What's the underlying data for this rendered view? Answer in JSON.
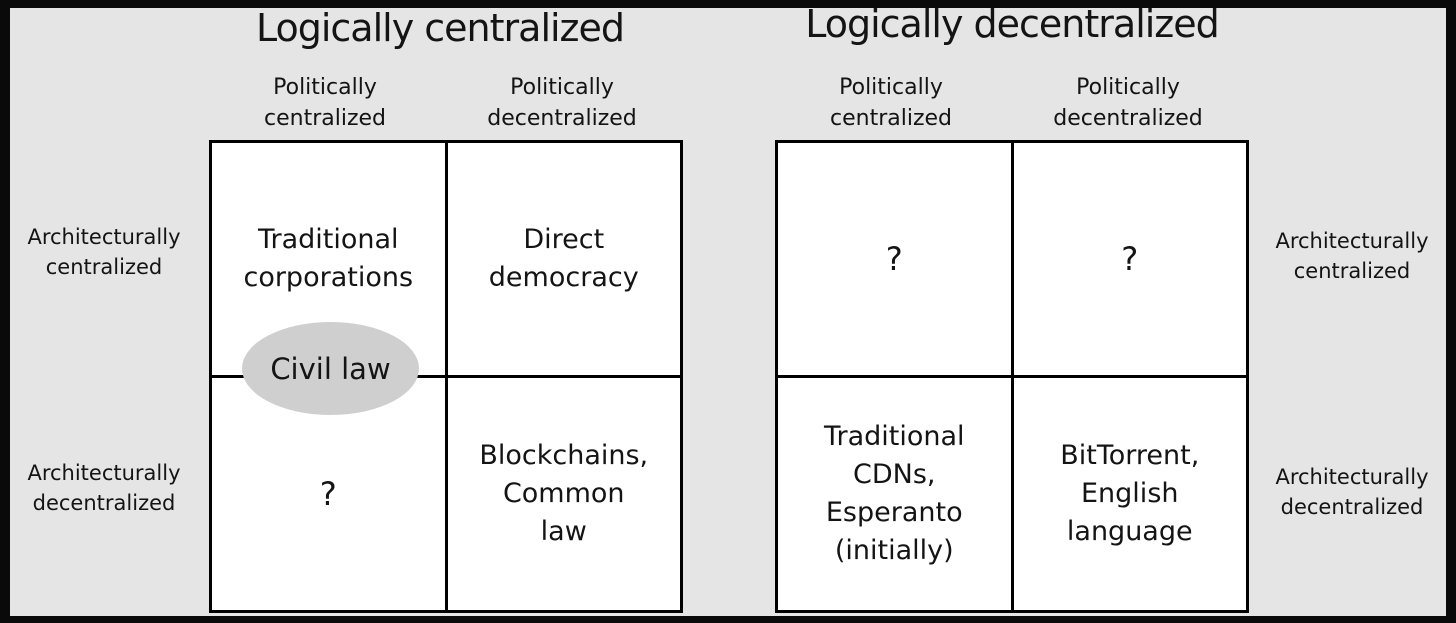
{
  "colors": {
    "frame": "#0a0a0a",
    "background": "#e5e5e5",
    "cell_background": "#ffffff",
    "grid_line": "#000000",
    "ellipse_fill": "#cfcfcf",
    "text": "#141414"
  },
  "panels": [
    {
      "title": "Logically centralized",
      "columns": [
        {
          "label": "Politically\ncentralized"
        },
        {
          "label": "Politically\ndecentralized"
        }
      ],
      "rows": [
        {
          "label": "Architecturally\ncentralized"
        },
        {
          "label": "Architecturally\ndecentralized"
        }
      ],
      "cells": {
        "top_left": "Traditional\ncorporations",
        "top_right": "Direct\ndemocracy",
        "bottom_left": "?",
        "bottom_right": "Blockchains,\nCommon\nlaw"
      },
      "overlay_label": "Civil law"
    },
    {
      "title": "Logically decentralized",
      "columns": [
        {
          "label": "Politically\ncentralized"
        },
        {
          "label": "Politically\ndecentralized"
        }
      ],
      "rows": [
        {
          "label": "Architecturally\ncentralized"
        },
        {
          "label": "Architecturally\ndecentralized"
        }
      ],
      "cells": {
        "top_left": "?",
        "top_right": "?",
        "bottom_left": "Traditional\nCDNs,\nEsperanto\n(initially)",
        "bottom_right": "BitTorrent,\nEnglish\nlanguage"
      }
    }
  ]
}
